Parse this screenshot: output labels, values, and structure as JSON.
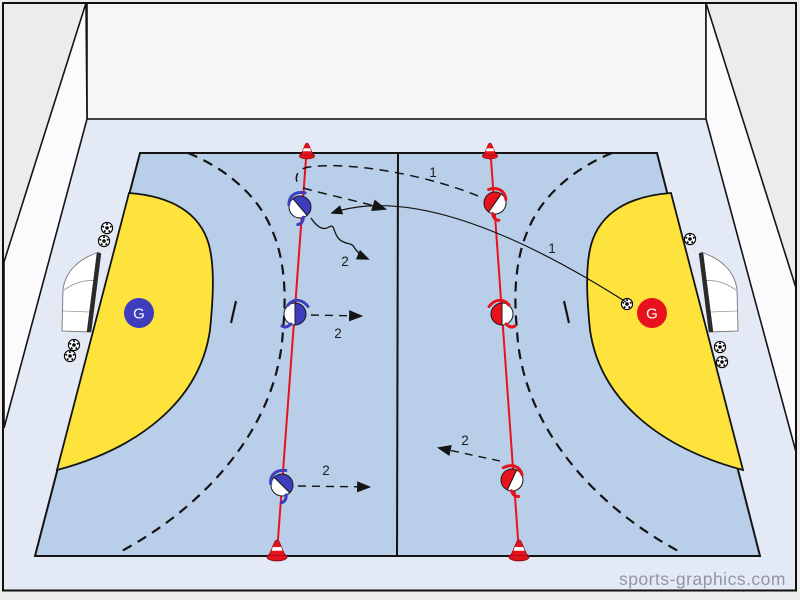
{
  "diagram": {
    "type": "handball-training-drill",
    "watermark": "sports-graphics.com",
    "goalkeepers": {
      "left_label": "G",
      "right_label": "G"
    },
    "labels": {
      "top_run": "1",
      "pass": "1",
      "dribble": "2",
      "blue_mid_run": "2",
      "blue_bottom_run": "2",
      "red_bottom_run": "2"
    },
    "teams": {
      "left_color": "#3d3dbd",
      "right_color": "#e8121d"
    },
    "colors": {
      "background": "#ececec",
      "back_wall": "#f6f6f4",
      "side_wall": "#fbfbfd",
      "floor": "#e4e9f6",
      "court": "#b9cfe9",
      "goal_area": "#ffe33d",
      "lines": "#141414",
      "rope": "#e8121d",
      "watermark_text": "#9196a0"
    },
    "icons": {
      "player": "player-icon",
      "ball": "soccer-ball-icon",
      "cone": "training-cone-icon",
      "goal": "handball-goal-icon"
    }
  }
}
